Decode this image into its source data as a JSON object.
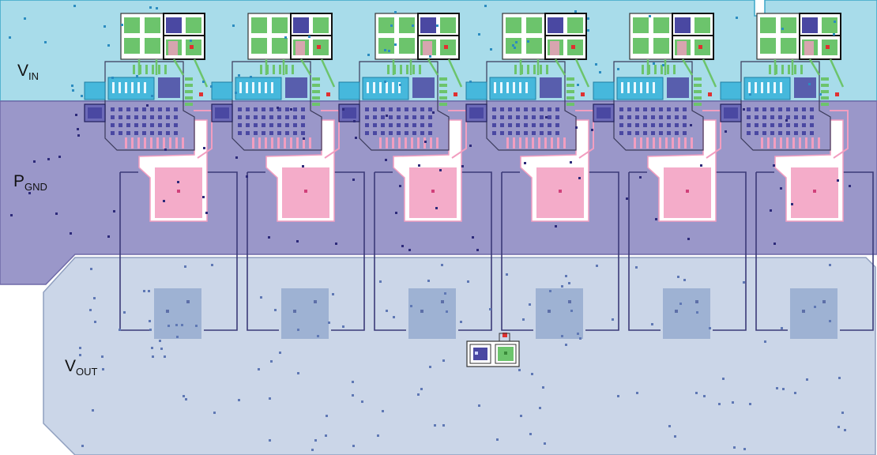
{
  "labels": {
    "vin": {
      "main": "V",
      "sub": "IN"
    },
    "pgnd": {
      "main": "P",
      "sub": "GND"
    },
    "vout": {
      "main": "V",
      "sub": "OUT"
    }
  },
  "phases": 6,
  "colors": {
    "vin_fill": "#a8dcea",
    "vin_edge": "#3aa6c8",
    "pgnd_fill": "#9a97c9",
    "pgnd_edge": "#6f6aa8",
    "vout_fill": "#cbd6e8",
    "vout_edge": "#8f9fbf",
    "inductor_pad": "#8fa6cc",
    "trace": "#3b3a78",
    "cap_green": "#6cc46c",
    "via_blue": "#4a48a2",
    "cyan_block": "#46b8dc",
    "pink_pad": "#f29ec0",
    "red_dot": "#e03030"
  }
}
